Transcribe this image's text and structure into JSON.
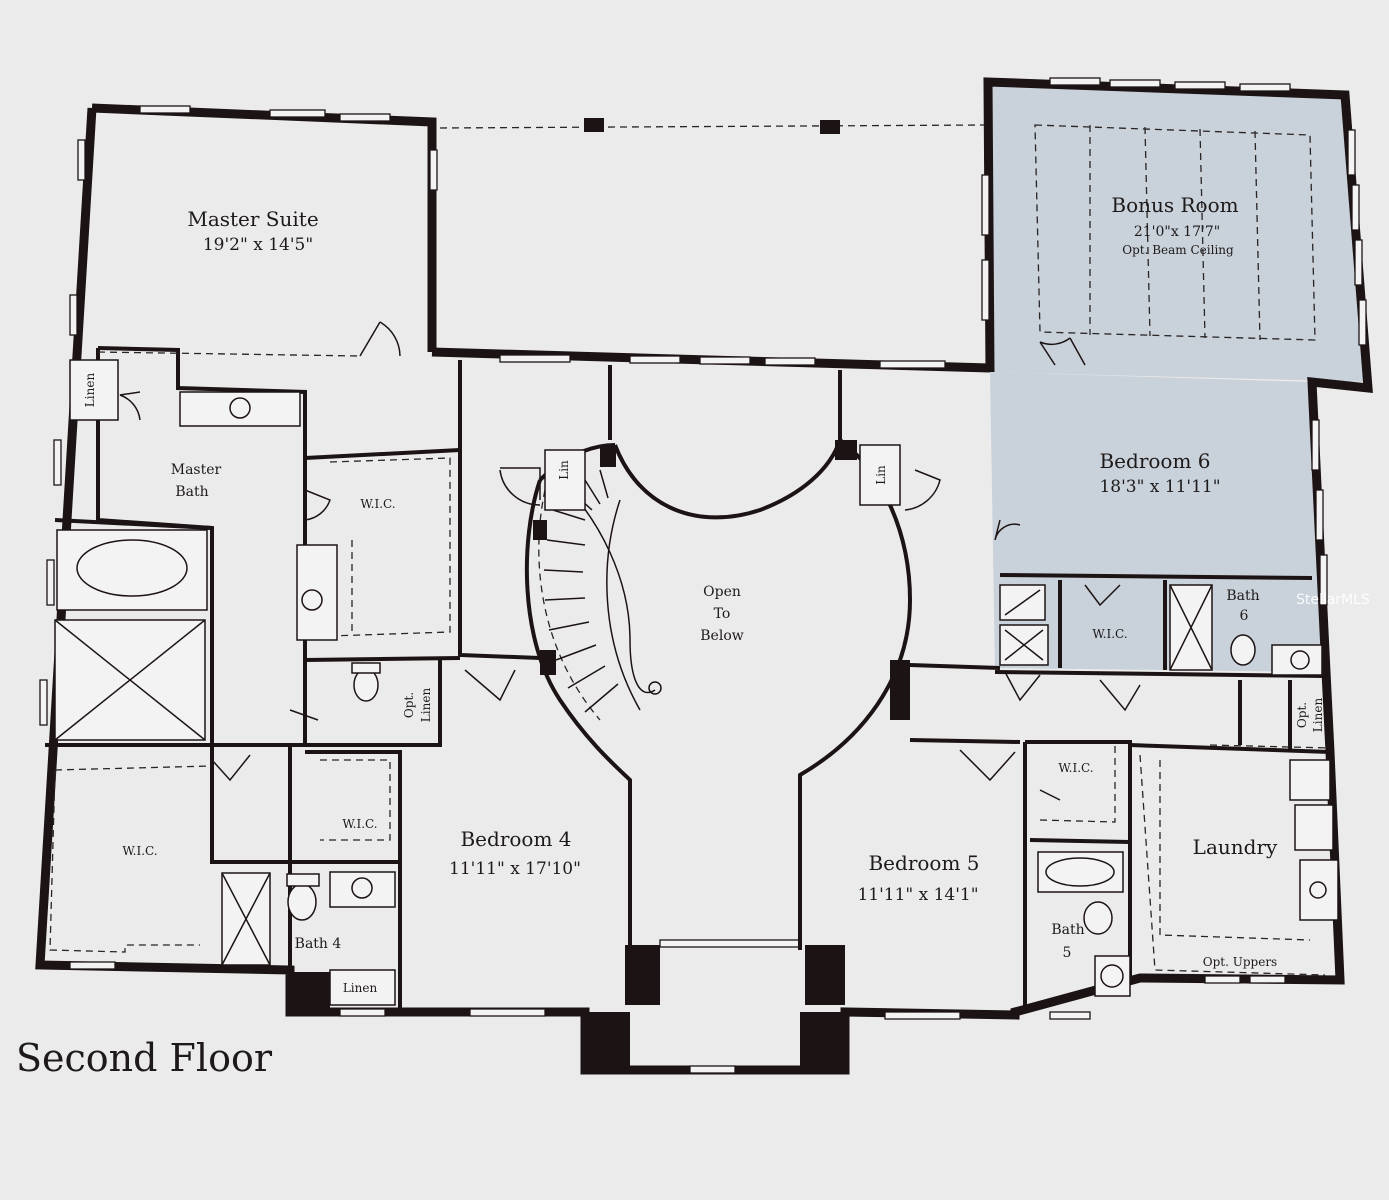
{
  "floor_title": "Second Floor",
  "watermark": "StellarMLS",
  "rooms": {
    "master_suite": {
      "name": "Master Suite",
      "dims": "19'2\" x 14'5\""
    },
    "master_bath": {
      "name_line1": "Master",
      "name_line2": "Bath"
    },
    "wic_master_upper": "W.I.C.",
    "wic_master_lower": "W.I.C.",
    "wic_bed4": "W.I.C.",
    "wic_bed5": "W.I.C.",
    "wic_bed6": "W.I.C.",
    "opt_linen_left": {
      "line1": "Opt.",
      "line2": "Linen"
    },
    "opt_linen_right": {
      "line1": "Opt.",
      "line2": "Linen"
    },
    "linen_master": "Linen",
    "linen_bath4": "Linen",
    "lin_left": "Lin",
    "lin_right": "Lin",
    "open_to_below": {
      "line1": "Open",
      "line2": "To",
      "line3": "Below"
    },
    "bonus_room": {
      "name": "Bonus Room",
      "dims": "21'0\"x 17'7\"",
      "note": "Opt. Beam Ceiling"
    },
    "bedroom6": {
      "name": "Bedroom 6",
      "dims": "18'3\" x 11'11\""
    },
    "bath6": {
      "line1": "Bath",
      "line2": "6"
    },
    "bedroom4": {
      "name": "Bedroom 4",
      "dims": "11'11\" x 17'10\""
    },
    "bath4": "Bath 4",
    "bedroom5": {
      "name": "Bedroom 5",
      "dims": "11'11\" x 14'1\""
    },
    "bath5": {
      "line1": "Bath",
      "line2": "5"
    },
    "laundry": {
      "name": "Laundry",
      "note": "Opt. Uppers"
    }
  },
  "colors": {
    "paper": "#ecebeb",
    "wall": "#1c1414",
    "highlight": "#c9d1da"
  }
}
